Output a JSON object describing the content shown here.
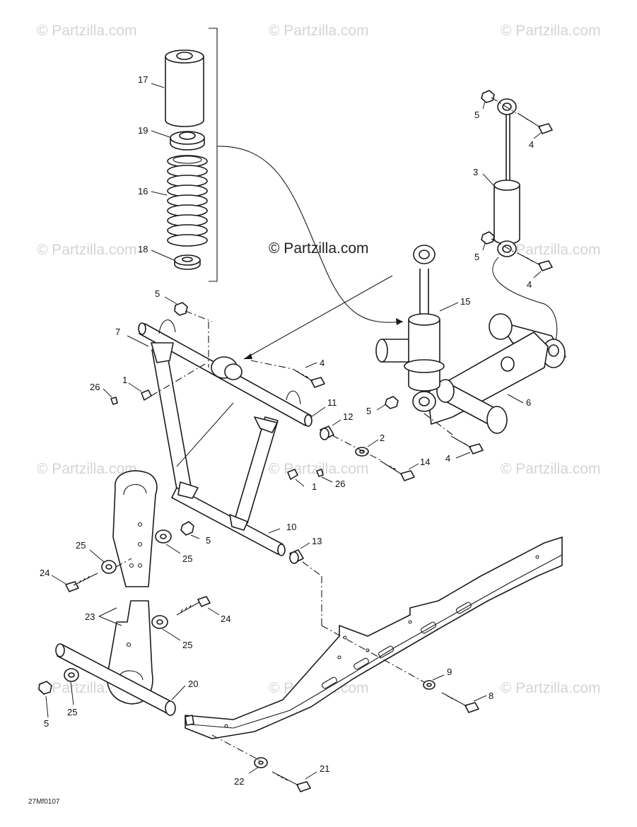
{
  "watermark": "© Partzilla.com",
  "drawing_code": "27Mf0107",
  "callouts": {
    "c17": "17",
    "c19": "19",
    "c16": "16",
    "c18": "18",
    "c5a": "5",
    "c7": "7",
    "c1a": "1",
    "c26a": "26",
    "c4a": "4",
    "c11": "11",
    "c12": "12",
    "c2": "2",
    "c14": "14",
    "c1b": "1",
    "c26b": "26",
    "c10": "10",
    "c13": "13",
    "c5b": "5",
    "c25a": "25",
    "c25b": "25",
    "c24a": "24",
    "c23": "23",
    "c24b": "24",
    "c25c": "25",
    "c20": "20",
    "c25d": "25",
    "c5c": "5",
    "c9": "9",
    "c8": "8",
    "c22": "22",
    "c21": "21",
    "c5d": "5",
    "c4b": "4",
    "c3": "3",
    "c5e": "5",
    "c4c": "4",
    "c15": "15",
    "c5f": "5",
    "c6": "6",
    "c4d": "4"
  }
}
